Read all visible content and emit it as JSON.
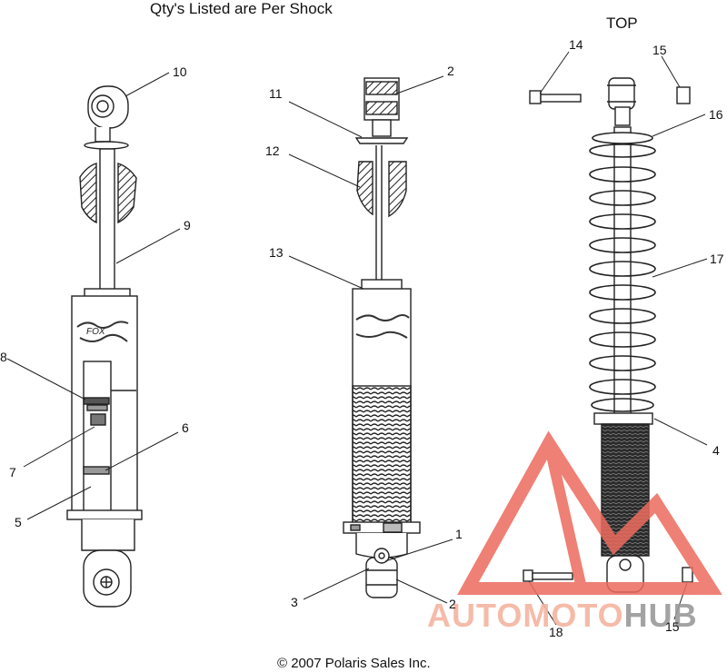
{
  "header": {
    "note": "Qty's Listed are Per Shock"
  },
  "top_label": "TOP",
  "copyright": "© 2007 Polaris Sales Inc.",
  "watermark": {
    "prefix": "AUTOMOTO",
    "suffix": "HUB",
    "prefix_color": "#f5b4a0",
    "suffix_color": "#9a9a9a",
    "mark_color": "#ec6b5e"
  },
  "callouts": [
    {
      "id": "c10",
      "label": "10"
    },
    {
      "id": "c9",
      "label": "9"
    },
    {
      "id": "c8",
      "label": "8"
    },
    {
      "id": "c7",
      "label": "7"
    },
    {
      "id": "c6",
      "label": "6"
    },
    {
      "id": "c5",
      "label": "5"
    },
    {
      "id": "c2a",
      "label": "2"
    },
    {
      "id": "c11",
      "label": "11"
    },
    {
      "id": "c12",
      "label": "12"
    },
    {
      "id": "c13",
      "label": "13"
    },
    {
      "id": "c1",
      "label": "1"
    },
    {
      "id": "c3",
      "label": "3"
    },
    {
      "id": "c2b",
      "label": "2"
    },
    {
      "id": "c14",
      "label": "14"
    },
    {
      "id": "c15a",
      "label": "15"
    },
    {
      "id": "c16",
      "label": "16"
    },
    {
      "id": "c17",
      "label": "17"
    },
    {
      "id": "c4",
      "label": "4"
    },
    {
      "id": "c18",
      "label": "18"
    },
    {
      "id": "c15b",
      "label": "15"
    }
  ]
}
